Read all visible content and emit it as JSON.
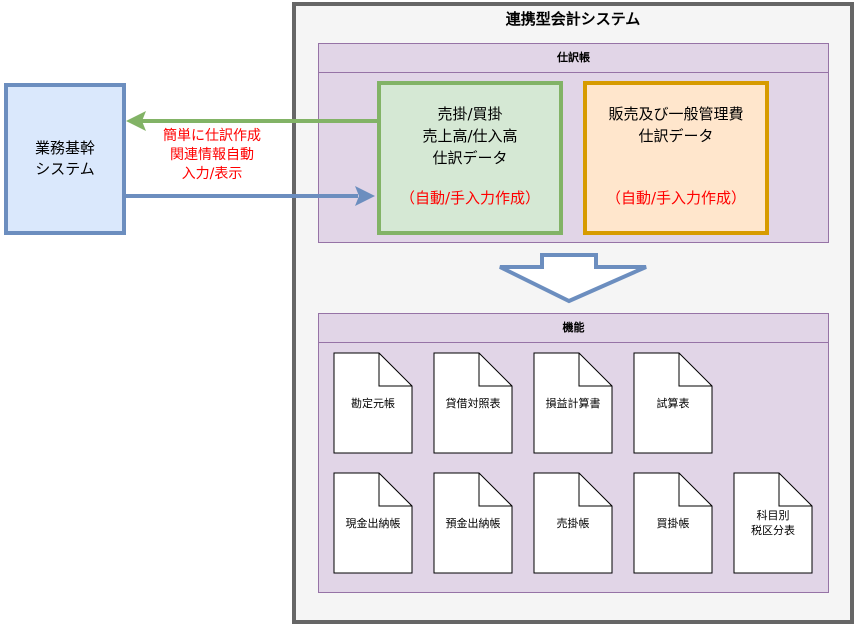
{
  "system": {
    "title": "連携型会計システム"
  },
  "journal": {
    "header": "仕訳帳",
    "sales_box": {
      "lines": [
        "売掛/買掛",
        "売上高/仕入高",
        "仕訳データ"
      ],
      "note": "（自動/手入力作成）"
    },
    "expense_box": {
      "lines": [
        "販売及び一般管理費",
        "仕訳データ"
      ],
      "note": "（自動/手入力作成）"
    }
  },
  "legacy_system": {
    "lines": [
      "業務基幹",
      "システム"
    ]
  },
  "arrow_label": {
    "lines": [
      "簡単に仕訳作成",
      "関連情報自動",
      "入力/表示"
    ]
  },
  "functions": {
    "header": "機能",
    "documents": [
      {
        "label": "勘定元帳"
      },
      {
        "label": "貸借対照表"
      },
      {
        "label": "損益計算書"
      },
      {
        "label": "試算表"
      },
      {
        "label": "現金出納帳"
      },
      {
        "label": "預金出納帳"
      },
      {
        "label": "売掛帳"
      },
      {
        "label": "買掛帳"
      },
      {
        "label": "科目別\n税区分表"
      }
    ]
  },
  "colors": {
    "green_stroke": "#82b366",
    "blue_stroke": "#6c8ebf",
    "orange_stroke": "#d79b00",
    "purple_stroke": "#9673a6",
    "red_text": "#ff0000"
  }
}
